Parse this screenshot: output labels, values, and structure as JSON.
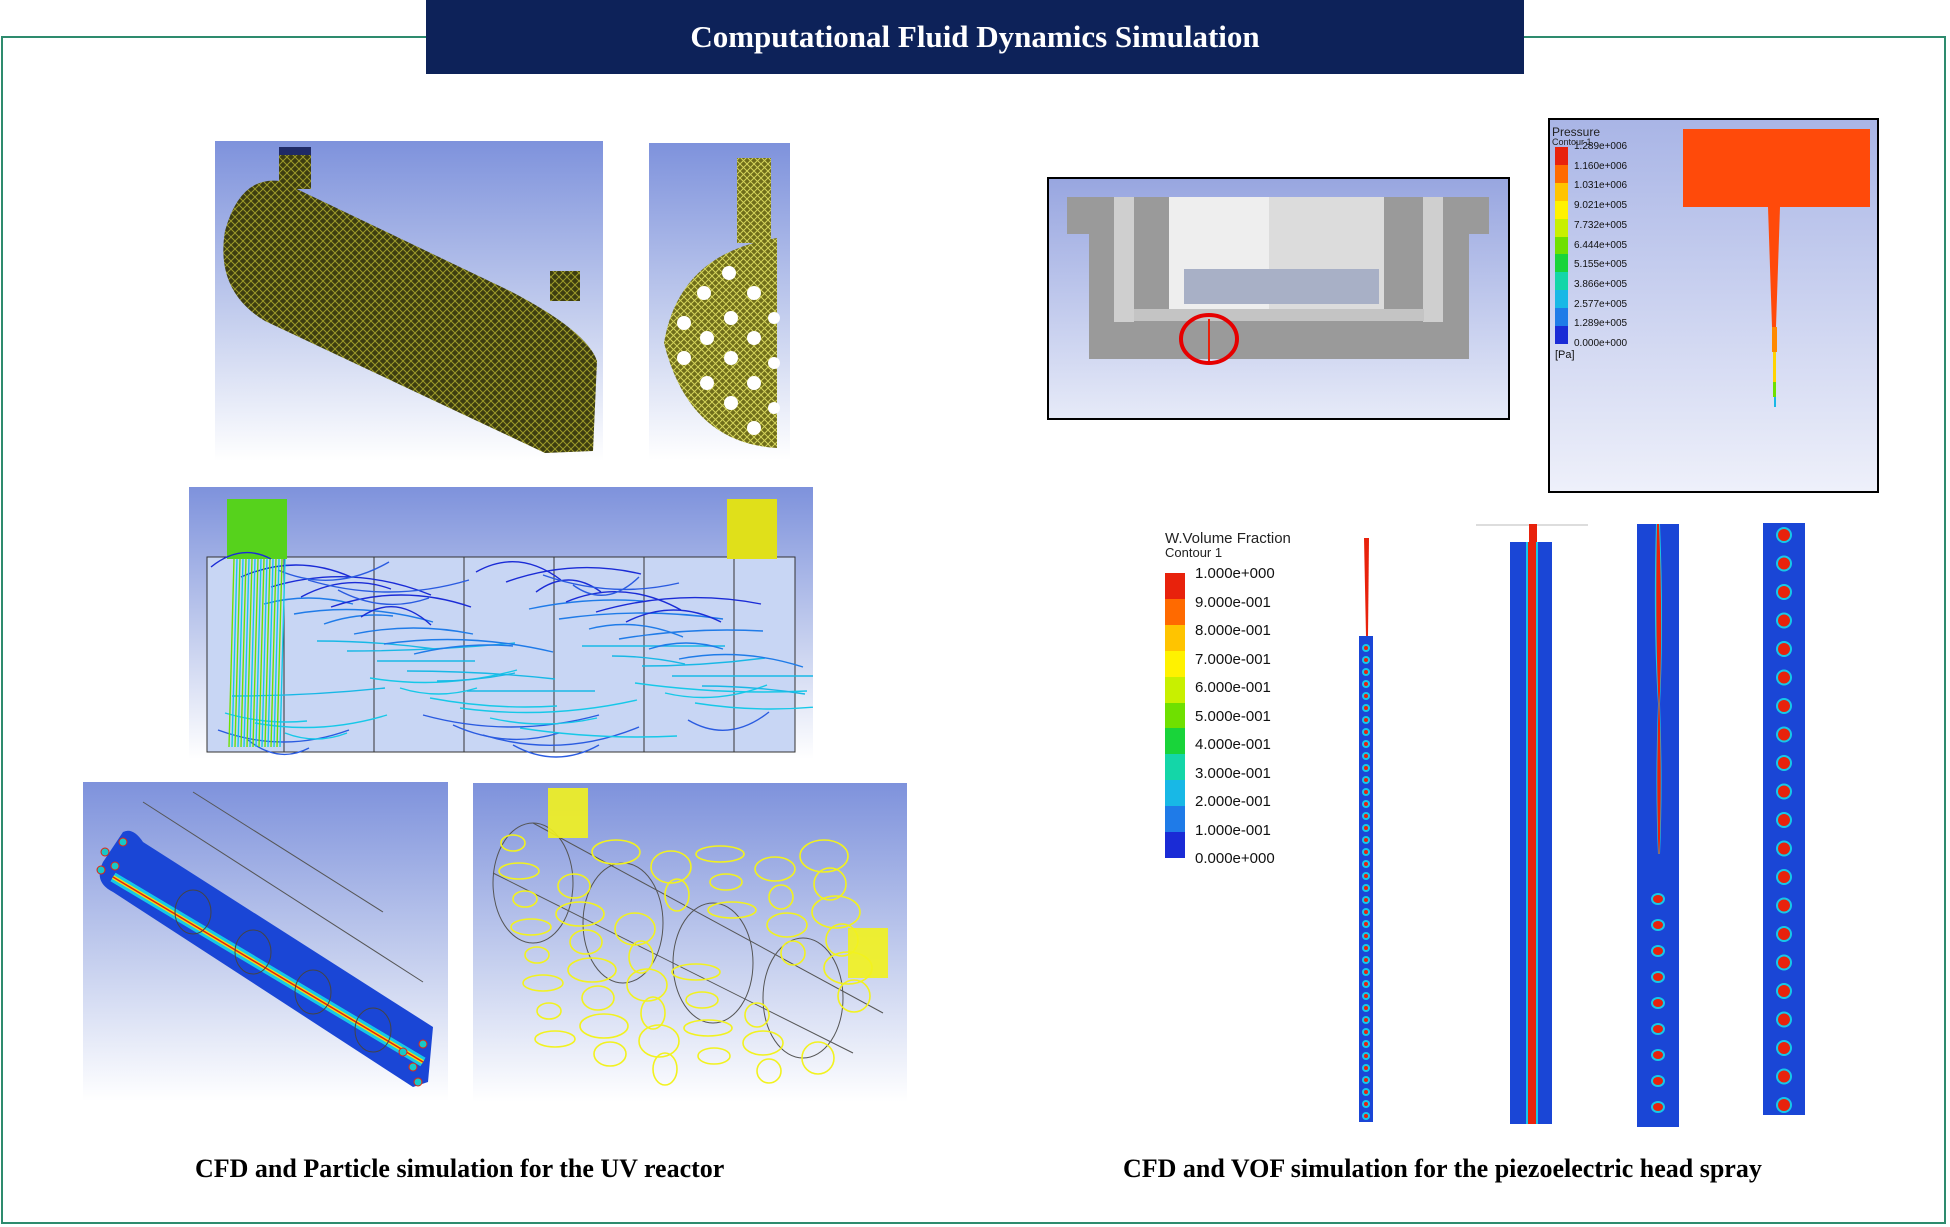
{
  "title": "Computational Fluid Dynamics Simulation",
  "captions": {
    "left": "CFD and Particle simulation for the UV reactor",
    "right": "CFD and VOF simulation for the piezoelectric head spray"
  },
  "pressure_legend": {
    "title": "Pressure",
    "subtitle": "Contour 1",
    "unit": "[Pa]",
    "values": [
      "1.289e+006",
      "1.160e+006",
      "1.031e+006",
      "9.021e+005",
      "7.732e+005",
      "6.444e+005",
      "5.155e+005",
      "3.866e+005",
      "2.577e+005",
      "1.289e+005",
      "0.000e+000"
    ]
  },
  "vof_legend": {
    "title": "W.Volume Fraction",
    "subtitle": "Contour 1",
    "values": [
      "1.000e+000",
      "9.000e-001",
      "8.000e-001",
      "7.000e-001",
      "6.000e-001",
      "5.000e-001",
      "4.000e-001",
      "3.000e-001",
      "2.000e-001",
      "1.000e-001",
      "0.000e+000"
    ]
  },
  "colors": {
    "title_bg": "#0d2259",
    "frame_border": "#2e8b6e",
    "scale": [
      "#e8220c",
      "#ff6a00",
      "#ffc400",
      "#fff200",
      "#c8f000",
      "#6fe000",
      "#19d43a",
      "#14d6a8",
      "#18b8e6",
      "#1f7be8",
      "#1a2bd6"
    ]
  }
}
